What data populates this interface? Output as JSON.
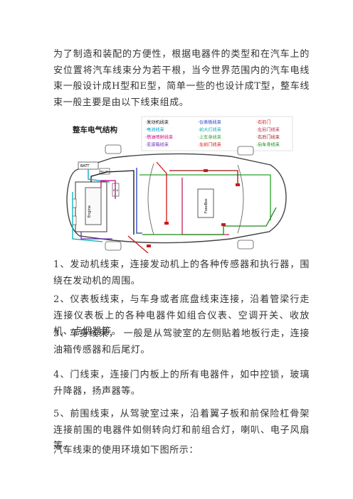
{
  "paragraphs": {
    "intro": "为了制造和装配的方便性，根据电器件的类型和在汽车上的安位置将汽车线束分为若干根，当今世界范围内的汽车电线束一般设计成H型和E型，简单一些的也设计成T型，整车线束一般主要是由以下线束组成。",
    "item1": "1、发动机线束，连接发动机上的各种传感器和执行器，围绕在发动机的周围。",
    "item2": "2、仪表板线束，与车身或者底盘线束连接，沿着管梁行走连接仪表板上的各种电器件如组合仪表、空调开关、收放机、点烟器等。",
    "item3": "3、车身线束，　一般是从驾驶室的左侧贴着地板行走，连接油箱传感器和后尾灯。",
    "item4": "4、门线束，连接门内板上的所有电器件，如中控锁，玻璃升降器，扬声器等。",
    "item5": "5、前围线束，从驾驶室过来，沿着翼子板和前保险杠骨架连接前围的电器件如侧转向灯和前组合灯，喇叭、电子风扇等。",
    "closing": "汽车线束的使用环境如下图所示："
  },
  "figure": {
    "title": "整车电气结构",
    "legend": [
      {
        "label": "·发动机线束",
        "color": "#111111"
      },
      {
        "label": "·电池线束",
        "color": "#00a0c8"
      },
      {
        "label": "·燃油喷射线束",
        "color": "#d4007a"
      },
      {
        "label": "·变速箱线束",
        "color": "#6a2fb0"
      },
      {
        "label": "·仪表板线束",
        "color": "#1f3fbf"
      },
      {
        "label": "·前大灯线束",
        "color": "#00b0b0"
      },
      {
        "label": "·上车身线束",
        "color": "#2aa02a"
      },
      {
        "label": "·左前门线束",
        "color": "#d01818"
      },
      {
        "label": "·右前门",
        "color": "#d01818"
      },
      {
        "label": "·左后门线束",
        "color": "#c02050"
      },
      {
        "label": "·右后门线束",
        "color": "#9c1414"
      },
      {
        "label": "·后车身线束",
        "color": "#1a8a1a"
      }
    ],
    "box_labels": {
      "batt": "BATT",
      "relay": "RELAY",
      "engine": "Engine",
      "fuse_box": "FuseBox",
      "ecu": "ECU"
    }
  }
}
